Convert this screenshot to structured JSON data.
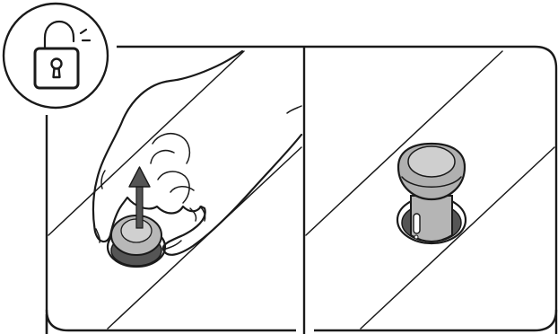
{
  "figure": {
    "type": "instruction-illustration",
    "panels": [
      {
        "id": "left",
        "depicts": "hand-pulling-knob-up"
      },
      {
        "id": "right",
        "depicts": "knob-raised-unlocked"
      }
    ],
    "badge": {
      "icon": "unlock-icon"
    },
    "colors": {
      "stroke": "#1a1a1a",
      "knob_fill": "#b5b5b5",
      "knob_top": "#cfcfcf",
      "knob_dark": "#9c9c9c",
      "arrow": "#555555",
      "background": "#ffffff"
    }
  }
}
